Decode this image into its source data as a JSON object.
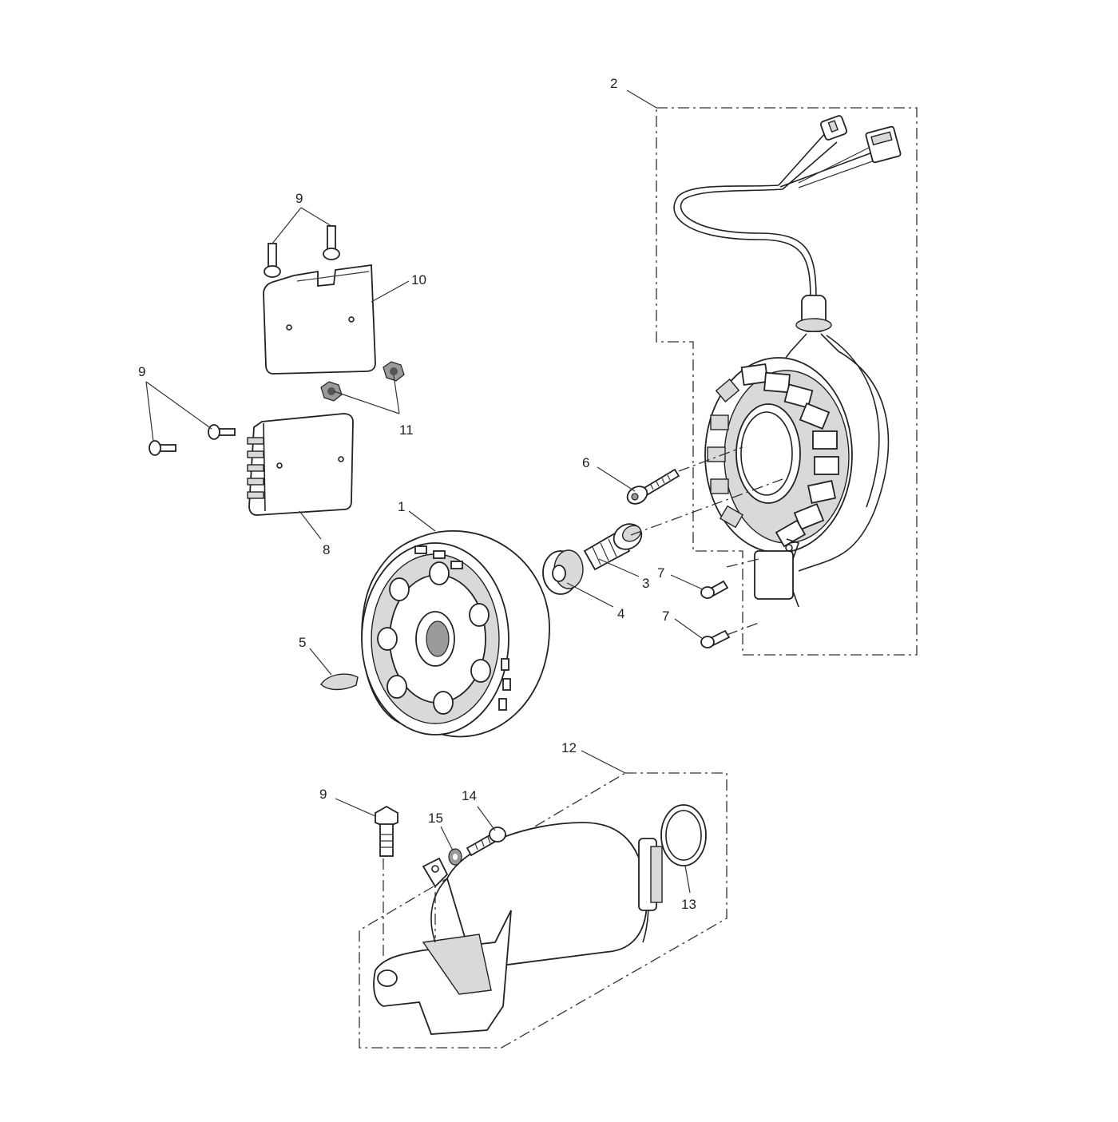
{
  "callouts": [
    {
      "id": "callout-1",
      "label": "1"
    },
    {
      "id": "callout-2",
      "label": "2"
    },
    {
      "id": "callout-3",
      "label": "3"
    },
    {
      "id": "callout-4",
      "label": "4"
    },
    {
      "id": "callout-5",
      "label": "5"
    },
    {
      "id": "callout-6",
      "label": "6"
    },
    {
      "id": "callout-7a",
      "label": "7"
    },
    {
      "id": "callout-7b",
      "label": "7"
    },
    {
      "id": "callout-8",
      "label": "8"
    },
    {
      "id": "callout-9a",
      "label": "9"
    },
    {
      "id": "callout-9b",
      "label": "9"
    },
    {
      "id": "callout-9c",
      "label": "9"
    },
    {
      "id": "callout-10",
      "label": "10"
    },
    {
      "id": "callout-11",
      "label": "11"
    },
    {
      "id": "callout-12",
      "label": "12"
    },
    {
      "id": "callout-13",
      "label": "13"
    },
    {
      "id": "callout-14",
      "label": "14"
    },
    {
      "id": "callout-15",
      "label": "15"
    }
  ]
}
